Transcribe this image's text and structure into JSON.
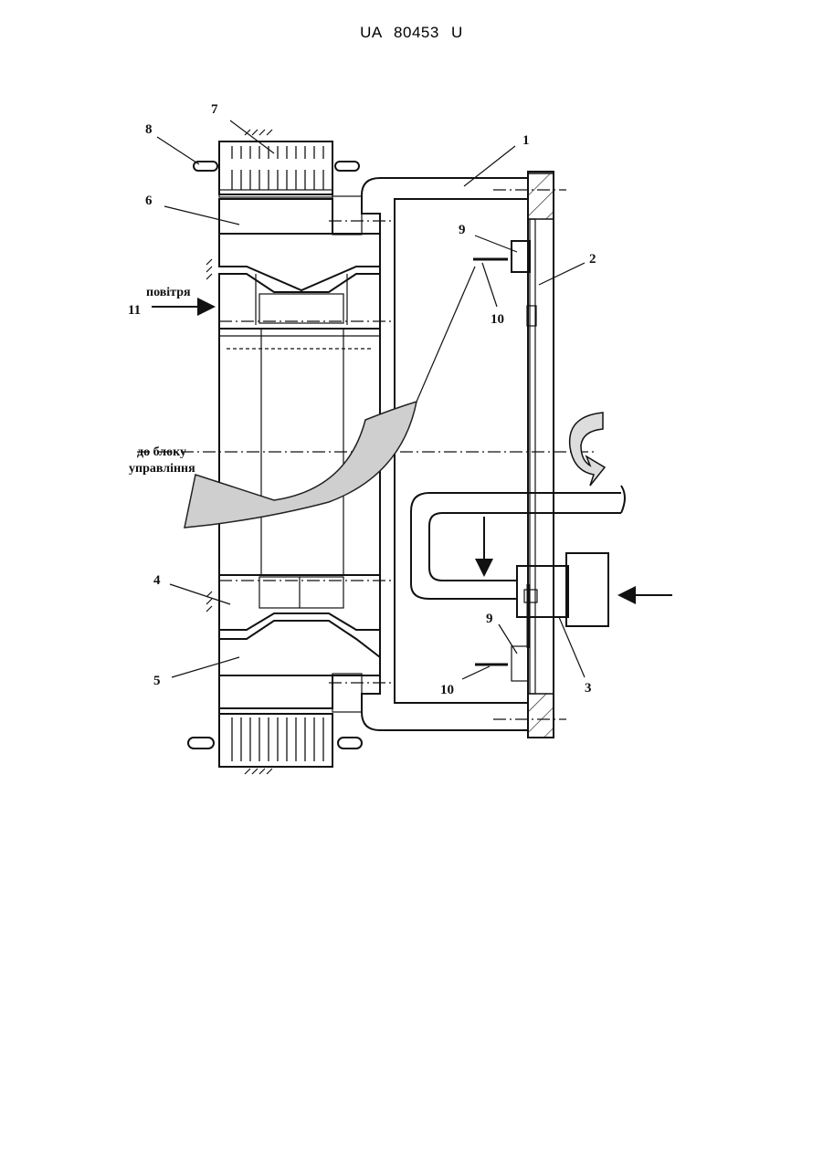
{
  "header": {
    "text": "UA 80453 U"
  },
  "figure": {
    "labels": {
      "l1": "1",
      "l2": "2",
      "l3": "3",
      "l4": "4",
      "l5": "5",
      "l6": "6",
      "l7": "7",
      "l8": "8",
      "l9_top": "9",
      "l9_bottom": "9",
      "l10_top": "10",
      "l10_bottom": "10",
      "l11": "11"
    },
    "air_label": "повітря",
    "control_label_line1": "до блоку",
    "control_label_line2": "управління"
  }
}
